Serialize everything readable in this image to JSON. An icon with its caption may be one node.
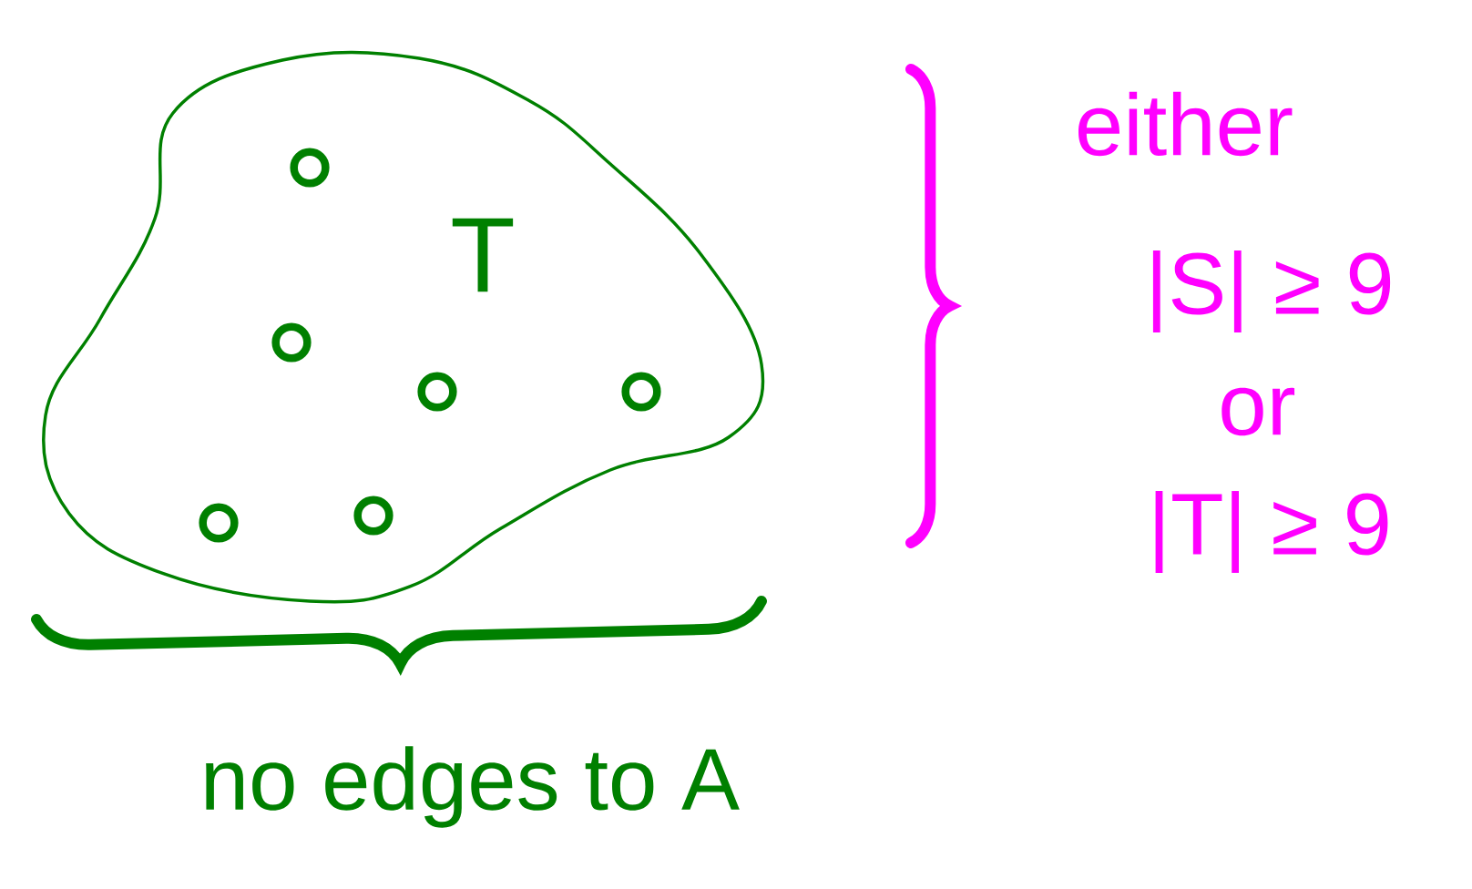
{
  "diagram": {
    "nodes": [
      {
        "text": [
          "T"
        ]
      },
      {
        "text": [],
        "shape": "circle",
        "in": 0
      },
      {
        "text": [],
        "shape": "circle",
        "in": 0
      },
      {
        "text": [],
        "shape": "circle",
        "in": 0
      },
      {
        "text": [],
        "shape": "circle",
        "in": 0
      },
      {
        "text": [],
        "shape": "circle",
        "in": 0
      },
      {
        "text": [],
        "shape": "circle",
        "in": 0
      }
    ],
    "labels": [
      "either",
      "|S| ≥ 9",
      "or",
      "|T| ≥ 9",
      "no edges to A"
    ]
  }
}
